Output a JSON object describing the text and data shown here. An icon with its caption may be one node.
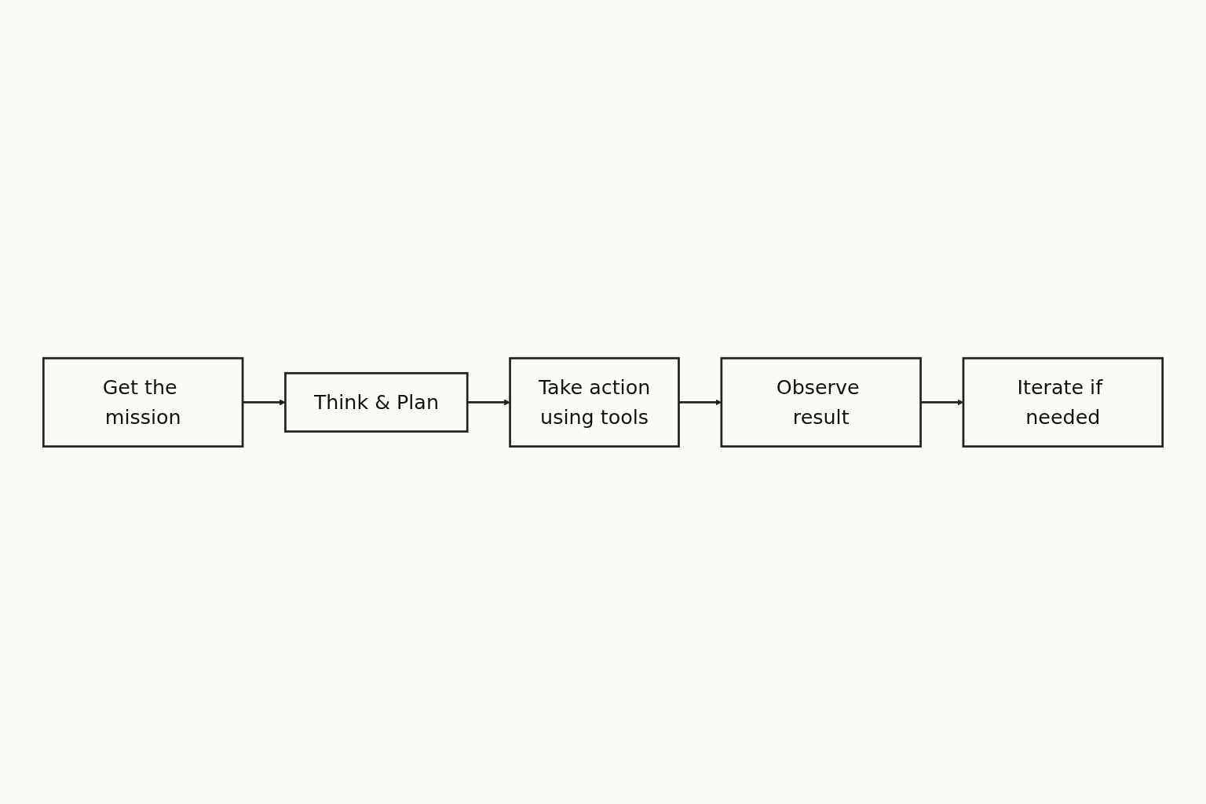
{
  "diagram": {
    "nodes": [
      {
        "text": [
          "Get the mission"
        ]
      },
      {
        "text": [
          "Think & Plan"
        ]
      },
      {
        "text": [
          "Take action",
          "using tools"
        ]
      },
      {
        "text": [
          "Observe result"
        ]
      },
      {
        "text": [
          "Iterate if needed"
        ]
      }
    ],
    "edges": [
      {
        "from": 0,
        "to": 1,
        "arrow": "to"
      },
      {
        "from": 1,
        "to": 2,
        "arrow": "to"
      },
      {
        "from": 2,
        "to": 3,
        "arrow": "to"
      },
      {
        "from": 3,
        "to": 4,
        "arrow": "to"
      }
    ]
  }
}
